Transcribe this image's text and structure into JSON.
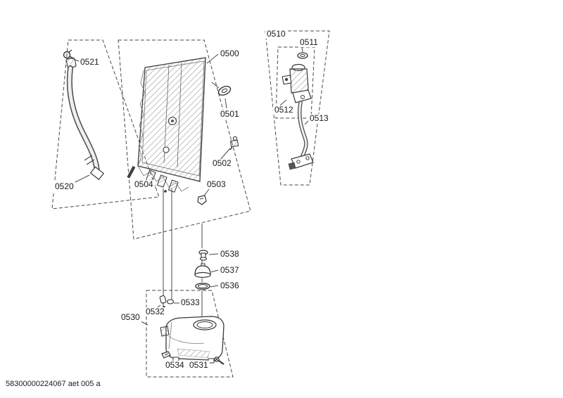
{
  "diagram": {
    "footer_code": "58300000224067 aet 005 a",
    "labels": {
      "0500": "0500",
      "0501": "0501",
      "0502": "0502",
      "0503": "0503",
      "0504": "0504",
      "0510": "0510",
      "0511": "0511",
      "0512": "0512",
      "0513": "0513",
      "0520": "0520",
      "0521": "0521",
      "0530": "0530",
      "0531": "0531",
      "0532": "0532",
      "0533": "0533",
      "0534": "0534",
      "0536": "0536",
      "0537": "0537",
      "0538": "0538"
    },
    "colors": {
      "line": "#3a3a3a",
      "hatch": "#b8b8b8",
      "background": "#ffffff"
    }
  }
}
